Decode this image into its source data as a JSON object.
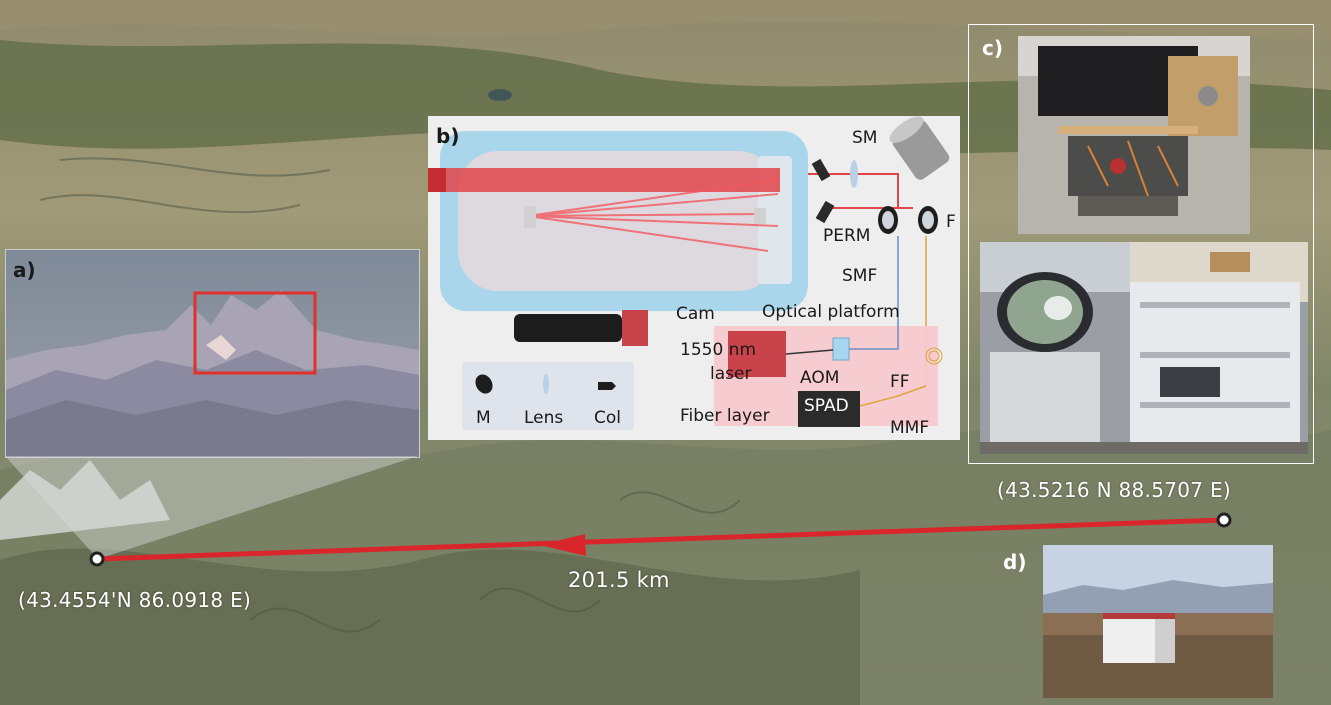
{
  "panels": {
    "a": "a)",
    "b": "b)",
    "c": "c)",
    "d": "d)"
  },
  "coords": {
    "west_site": "(43.4554'N 86.0918 E)",
    "east_site": "(43.5216 N 88.5707 E)"
  },
  "distance": "201.5 km",
  "diagram_labels": {
    "sm": "SM",
    "perm": "PERM",
    "f": "F",
    "smf": "SMF",
    "cam": "Cam",
    "optical_platform": "Optical platform",
    "laser_line1": "1550 nm",
    "laser_line2": "laser",
    "aom": "AOM",
    "ff": "FF",
    "spad": "SPAD",
    "fiber_layer": "Fiber layer",
    "mmf": "MMF",
    "legend_m": "M",
    "legend_lens": "Lens",
    "legend_col": "Col"
  },
  "colors": {
    "link": "#d8262b",
    "telescope_tube": "#a9d6ea",
    "beam": "#f2595e",
    "fiber_layer_bg": "#f7c9cf",
    "laser": "#c9434a",
    "aom": "#a7d6ef",
    "spad": "#2b2b2b"
  }
}
